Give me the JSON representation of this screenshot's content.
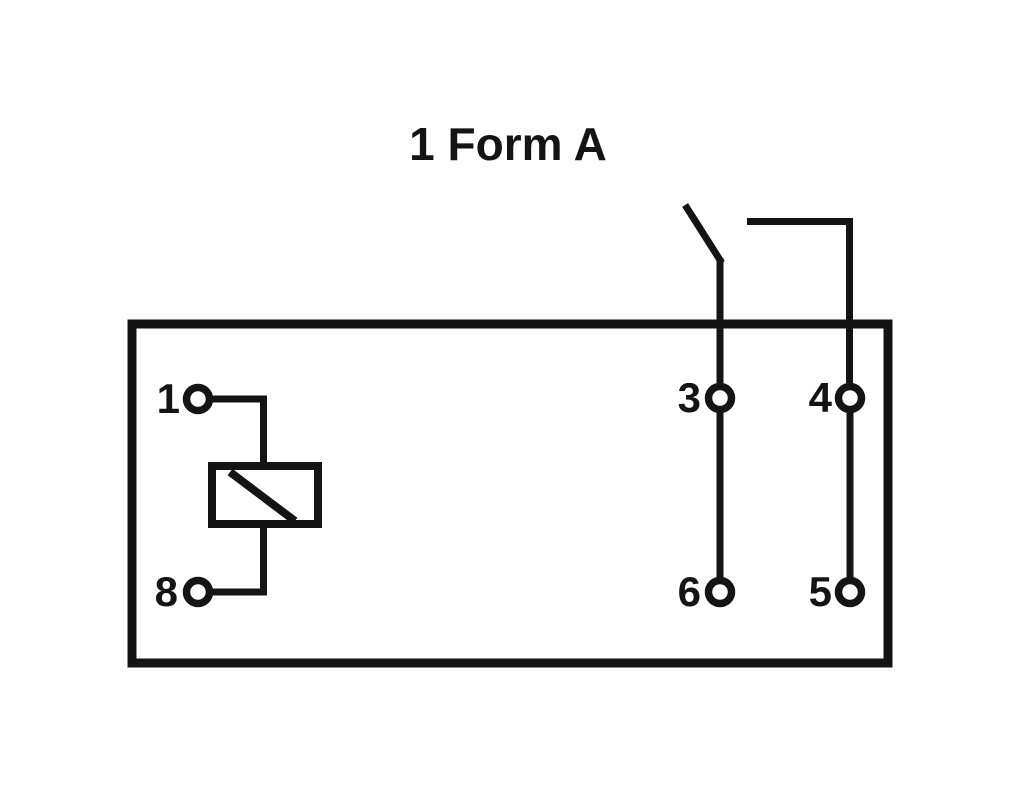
{
  "title": "1 Form A",
  "colors": {
    "line": "#141414",
    "background": "#ffffff"
  },
  "pins": {
    "p1": "1",
    "p8": "8",
    "p3": "3",
    "p4": "4",
    "p5": "5",
    "p6": "6"
  },
  "symbols": {
    "coil": "relay-coil",
    "contact": "normally-open-contact"
  }
}
